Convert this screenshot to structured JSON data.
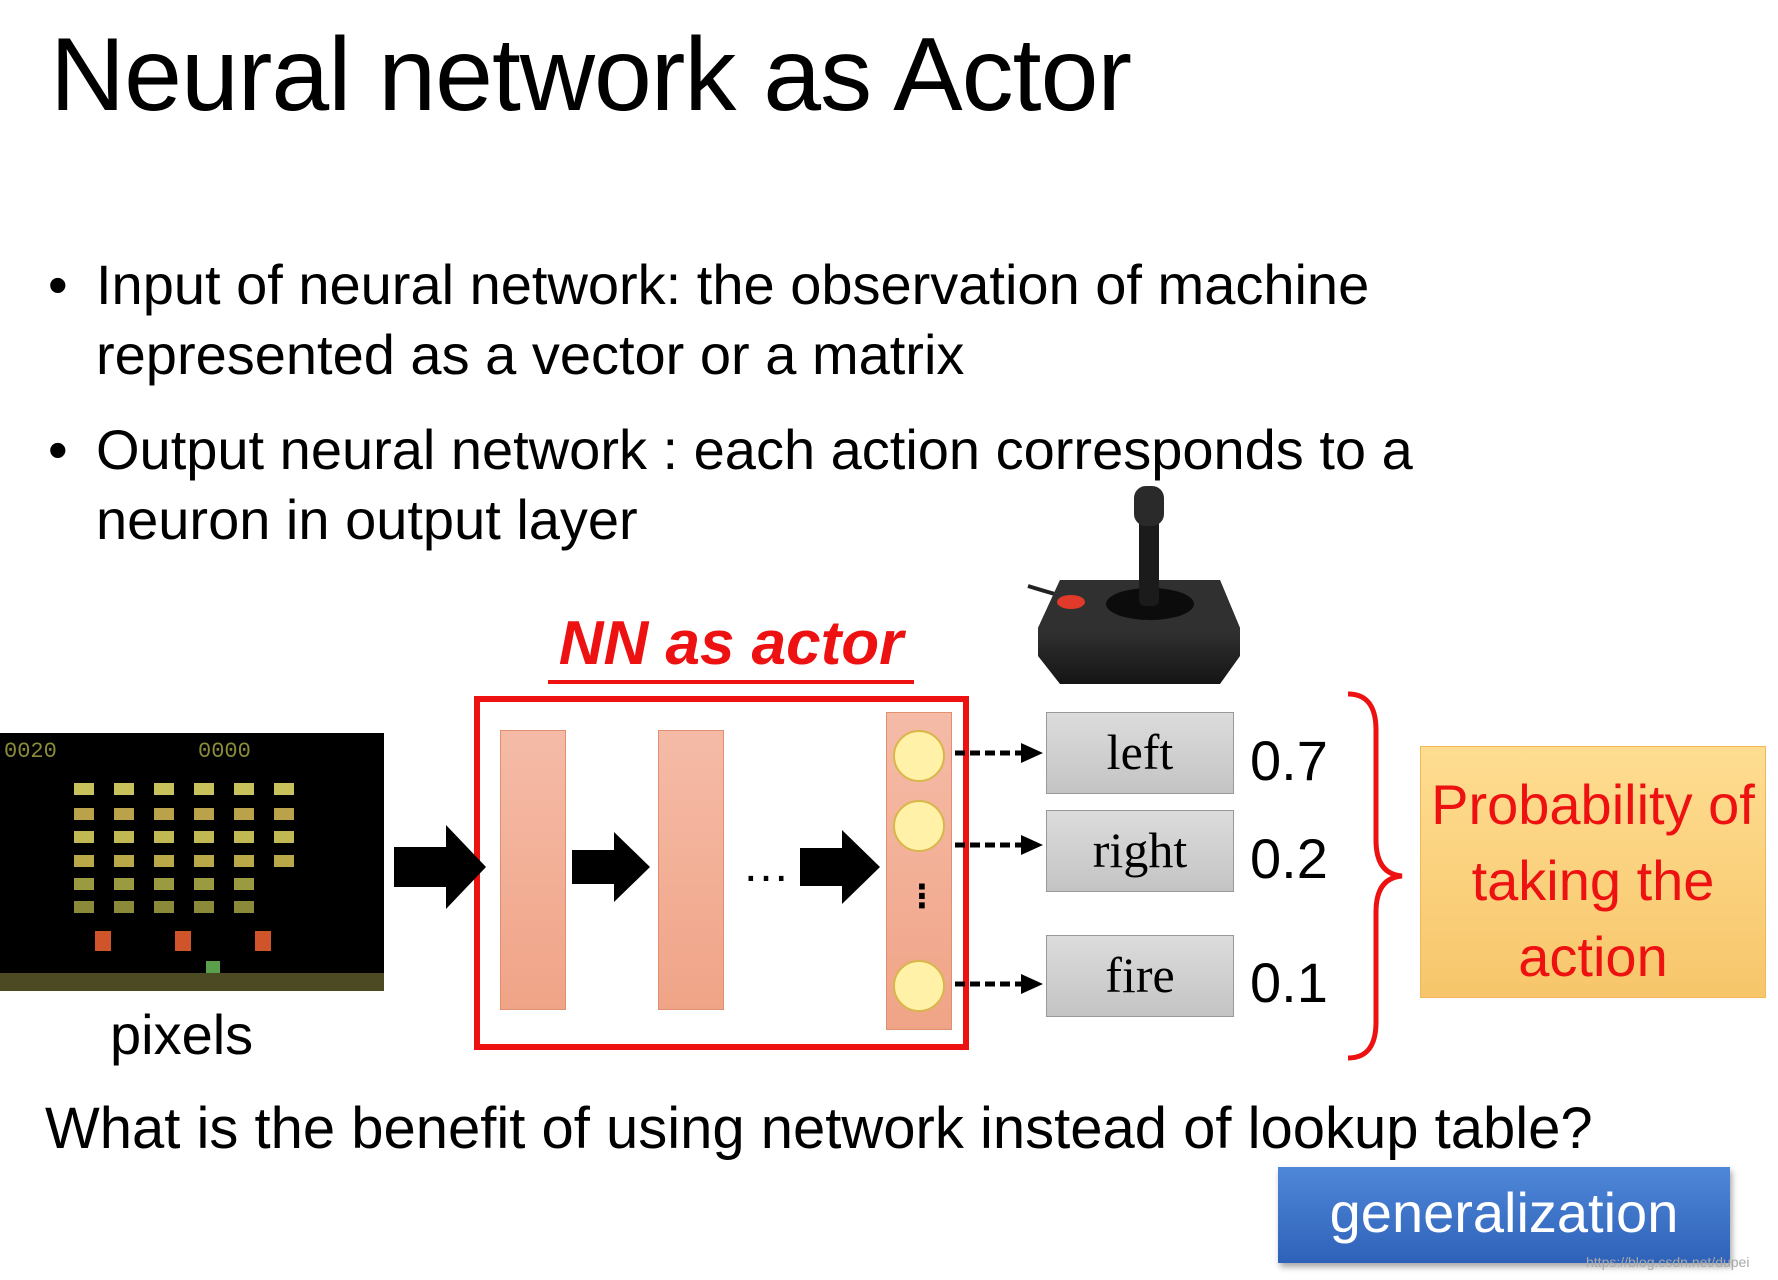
{
  "title": "Neural network as Actor",
  "bullets": [
    "Input of neural network: the observation of machine represented as a vector or a matrix",
    "Output neural network : each action corresponds to a neuron in output layer"
  ],
  "bullet_marker": "•",
  "nn_label": "NN as actor",
  "ellipsis": "…",
  "vertical_dots": "⋮",
  "input_label": "pixels",
  "game_score_left": "0020",
  "game_score_right": "0000",
  "actions": [
    {
      "label": "left",
      "prob": "0.7"
    },
    {
      "label": "right",
      "prob": "0.2"
    },
    {
      "label": "fire",
      "prob": "0.1"
    }
  ],
  "probability_note": "Probability of taking the action",
  "question": "What is the benefit of using network instead of lookup table?",
  "answer": "generalization",
  "watermark": "https://blog.csdn.net/dupei",
  "icons": [
    "joystick-icon",
    "arrow-right-icon",
    "brace-right-icon"
  ],
  "colors": {
    "accent_red": "#ee1111",
    "layer_fill": "#f2ad93",
    "neuron_fill": "#fff2a8",
    "answer_blue": "#3a6fc8",
    "note_fill": "#fcd27f"
  }
}
